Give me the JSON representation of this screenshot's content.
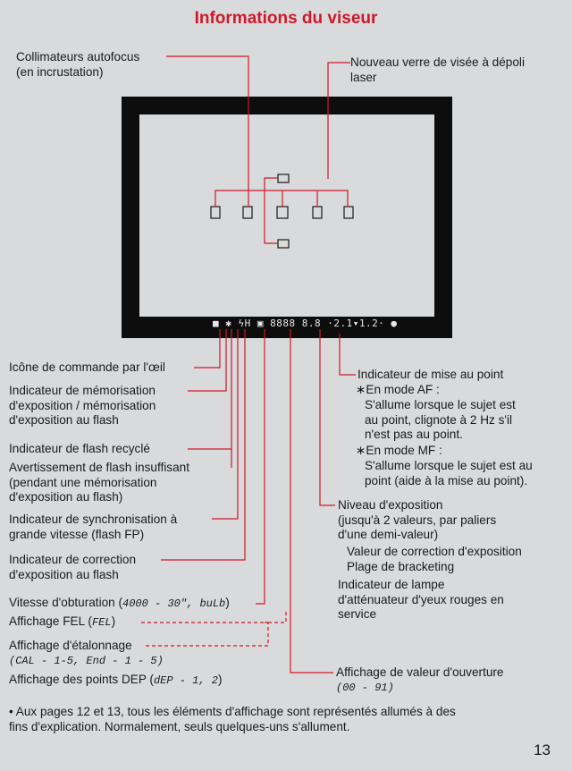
{
  "title": "Informations du viseur",
  "viewfinder_display": {
    "segments": "■ ✱ ϟH ▣ 8888 8.8 ·2.1▾1.2· ●"
  },
  "labels": {
    "af_points": "Collimateurs autofocus\n(en incrustation)",
    "focusing_screen": "Nouveau verre de visée à dépoli\nlaser",
    "eye_control_icon": "Icône de commande par l'œil",
    "ae_lock": "Indicateur de mémorisation\nd'exposition / mémorisation\nd'exposition au flash",
    "flash_ready": "Indicateur de flash recyclé",
    "insufficient_flash": "Avertissement de flash insuffisant\n(pendant une mémorisation\nd'exposition au flash)",
    "high_speed_sync": "Indicateur de synchronisation à\ngrande vitesse (flash FP)",
    "flash_exposure_comp": "Indicateur de correction\nd'exposition au flash",
    "shutter_speed_prefix": "Vitesse d'obturation (",
    "shutter_speed_code": "4000 - 30\", buLb",
    "shutter_speed_suffix": ")",
    "fel_prefix": "Affichage FEL (",
    "fel_code": "FEL",
    "fel_suffix": ")",
    "calibration": "Affichage d'étalonnage",
    "calibration_code": "(CAL - 1-5, End - 1 - 5)",
    "dep_prefix": "Affichage des points DEP (",
    "dep_code": "dEP - 1, 2",
    "dep_suffix": ")",
    "focus_indicator": "Indicateur de mise au point",
    "focus_af": "∗En mode AF :",
    "focus_af_desc": "S'allume lorsque le sujet est\nau point, clignote à 2 Hz s'il\nn'est pas au point.",
    "focus_mf": "∗En mode MF :",
    "focus_mf_desc": "S'allume lorsque le sujet est au\npoint (aide à la mise au point).",
    "exposure_level": "Niveau d'exposition\n(jusqu'à 2 valeurs, par paliers\nd'une demi-valeur)",
    "exposure_comp": "Valeur de correction d'exposition",
    "bracketing": "Plage de bracketing",
    "red_eye_lamp": "Indicateur de lampe\nd'atténuateur d'yeux rouges en\nservice",
    "aperture_display": "Affichage de valeur d'ouverture",
    "aperture_code": "(00 - 91)"
  },
  "note": "• Aux pages 12 et 13, tous les éléments d'affichage sont représentés allumés à des\nfins d'explication. Normalement, seuls quelques-uns s'allument.",
  "page_number": "13",
  "colors": {
    "title": "#d0182a",
    "frame": "#0d0d0d",
    "background": "#d8dadb"
  }
}
